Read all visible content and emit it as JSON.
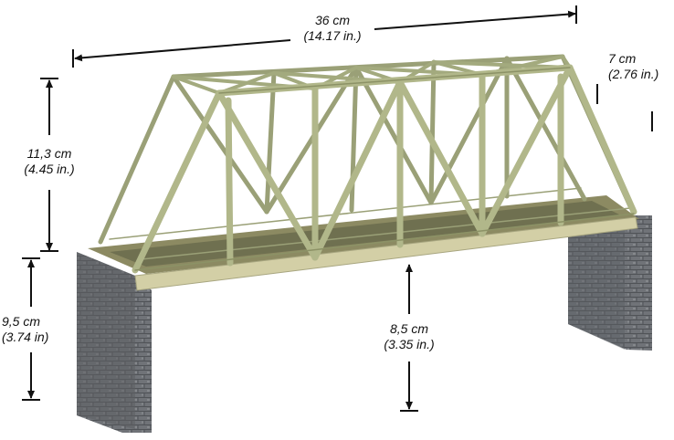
{
  "dimensions": {
    "length": {
      "metric": "36 cm",
      "imperial": "(14.17 in.)"
    },
    "width": {
      "metric": "7 cm",
      "imperial": "(2.76 in.)"
    },
    "truss_height": {
      "metric": "11,3 cm",
      "imperial": "(4.45 in.)"
    },
    "pier_height": {
      "metric": "9,5 cm",
      "imperial": "(3.74 in)"
    },
    "clearance": {
      "metric": "8,5 cm",
      "imperial": "(3.35 in.)"
    }
  },
  "colors": {
    "steel": "#a9b083",
    "steel_dark": "#8a9168",
    "deck": "#d2cfa8",
    "stone": "#6d7074",
    "stone_dark": "#4b4e52",
    "arrow": "#111111"
  }
}
